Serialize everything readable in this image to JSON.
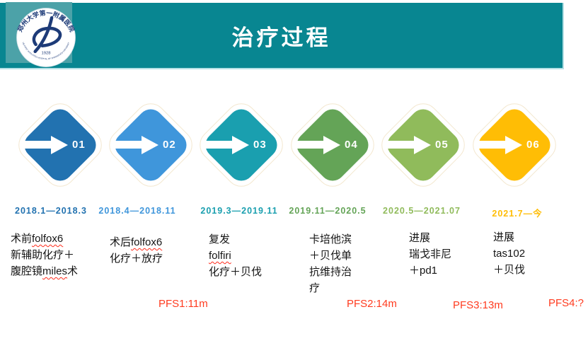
{
  "header": {
    "title": "治疗过程",
    "banner_color": "#088691",
    "logo": {
      "name_zh": "郑州大学第一附属医院",
      "name_en": "THE FIRST AFFILIATED HOSPITAL OF ZHENGZHOU UNIVERSITY",
      "year": "1928"
    }
  },
  "steps": [
    {
      "num": "01",
      "color": "#2272B0",
      "date": "2018.1—2018.3",
      "lines": [
        [
          {
            "t": "术前"
          },
          {
            "t": "folfox6",
            "u": true
          }
        ],
        [
          {
            "t": "新辅助化疗＋"
          }
        ],
        [
          {
            "t": "腹腔镜"
          },
          {
            "t": "miles",
            "u": true
          },
          {
            "t": "术"
          }
        ]
      ]
    },
    {
      "num": "02",
      "color": "#3F96DB",
      "date": "2018.4—2018.11",
      "lines": [
        [
          {
            "t": "术后"
          },
          {
            "t": "folfox6",
            "u": true
          }
        ],
        [
          {
            "t": "化疗＋放疗"
          }
        ]
      ]
    },
    {
      "num": "03",
      "color": "#1A9FAF",
      "date": "2019.3—2019.11",
      "lines": [
        [
          {
            "t": "复发"
          }
        ],
        [
          {
            "t": "folfiri",
            "u": true
          }
        ],
        [
          {
            "t": "化疗＋贝伐"
          }
        ]
      ]
    },
    {
      "num": "04",
      "color": "#64A457",
      "date": "2019.11—2020.5",
      "lines": [
        [
          {
            "t": "卡培他滨"
          }
        ],
        [
          {
            "t": "＋贝伐单"
          }
        ],
        [
          {
            "t": "抗维持治"
          }
        ],
        [
          {
            "t": "疗"
          }
        ]
      ]
    },
    {
      "num": "05",
      "color": "#90BB5B",
      "date": "2020.5—2021.07",
      "lines": [
        [
          {
            "t": "进展"
          }
        ],
        [
          {
            "t": "瑞戈非尼"
          }
        ],
        [
          {
            "t": "＋pd1"
          }
        ]
      ]
    },
    {
      "num": "06",
      "color": "#FFBD05",
      "date": "2021.7—今",
      "lines": [
        [
          {
            "t": "进展"
          }
        ],
        [
          {
            "t": "tas102"
          }
        ],
        [
          {
            "t": "＋贝伐"
          }
        ]
      ]
    }
  ],
  "pfs": [
    {
      "label": "PFS1:11m"
    },
    {
      "label": "PFS2:14m"
    },
    {
      "label": "PFS3:13m"
    },
    {
      "label": "PFS4:?"
    }
  ],
  "colors": {
    "pfs_red": "#FF3B1F",
    "diamond_outline": "#F3E7CF",
    "banner_edge": "#B5E0E5",
    "logo_background": "#4CA2A8",
    "logo_navy": "#1D3B78"
  }
}
